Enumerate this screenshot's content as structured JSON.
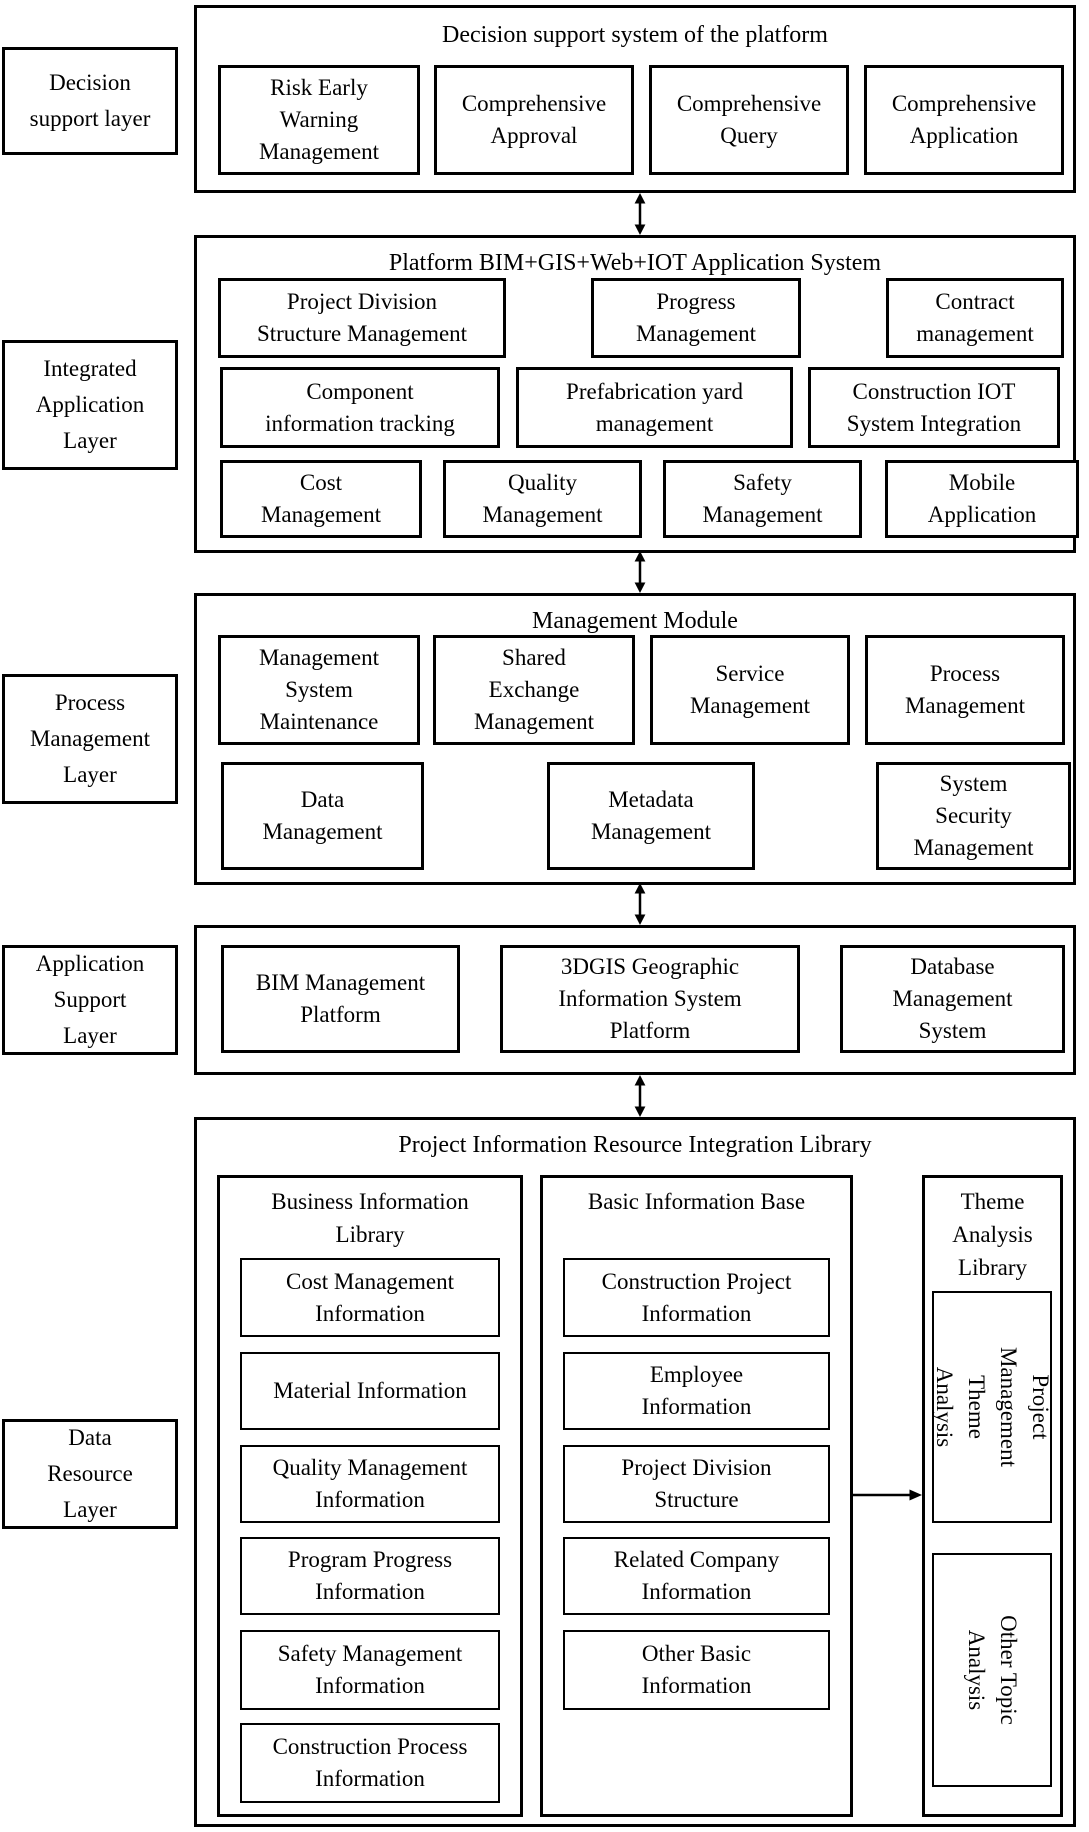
{
  "colors": {
    "border": "#000000",
    "background": "#ffffff",
    "text": "#000000"
  },
  "layers": [
    "Decision\nsupport layer",
    "Integrated\nApplication\nLayer",
    "Process\nManagement\nLayer",
    "Application\nSupport\nLayer",
    "Data\nResource\nLayer"
  ],
  "icons": {
    "vertical_connector": "double-headed-arrow",
    "theme_connector": "right-arrow"
  },
  "sections": {
    "decision": {
      "title": "Decision support system of the platform",
      "boxes": [
        "Risk Early\nWarning\nManagement",
        "Comprehensive\nApproval",
        "Comprehensive\nQuery",
        "Comprehensive\nApplication"
      ]
    },
    "application": {
      "title": "Platform BIM+GIS+Web+IOT Application System",
      "rows": [
        [
          "Project Division\nStructure Management",
          "Progress\nManagement",
          "Contract\nmanagement"
        ],
        [
          "Component\ninformation tracking",
          "Prefabrication yard\nmanagement",
          "Construction IOT\nSystem Integration"
        ],
        [
          "Cost\nManagement",
          "Quality\nManagement",
          "Safety\nManagement",
          "Mobile\nApplication"
        ]
      ]
    },
    "process": {
      "title": "Management Module",
      "rows": [
        [
          "Management\nSystem\nMaintenance",
          "Shared\nExchange\nManagement",
          "Service\nManagement",
          "Process\nManagement"
        ],
        [
          "Data\nManagement",
          "Metadata\nManagement",
          "System\nSecurity\nManagement"
        ]
      ]
    },
    "support": {
      "boxes": [
        "BIM Management\nPlatform",
        "3DGIS Geographic\nInformation System\nPlatform",
        "Database\nManagement\nSystem"
      ]
    },
    "data": {
      "title": "Project Information Resource Integration Library",
      "columns": [
        {
          "header": "Business Information\nLibrary",
          "items": [
            "Cost Management\nInformation",
            "Material Information",
            "Quality Management\nInformation",
            "Program Progress\nInformation",
            "Safety Management\nInformation",
            "Construction Process\nInformation"
          ]
        },
        {
          "header": "Basic Information Base",
          "items": [
            "Construction Project\nInformation",
            "Employee\nInformation",
            "Project Division\nStructure",
            "Related Company\nInformation",
            "Other Basic\nInformation"
          ]
        },
        {
          "header": "Theme\nAnalysis\nLibrary",
          "items": [
            "Project\nManagement\nTheme Analysis",
            "Other Topic\nAnalysis"
          ]
        }
      ]
    }
  }
}
